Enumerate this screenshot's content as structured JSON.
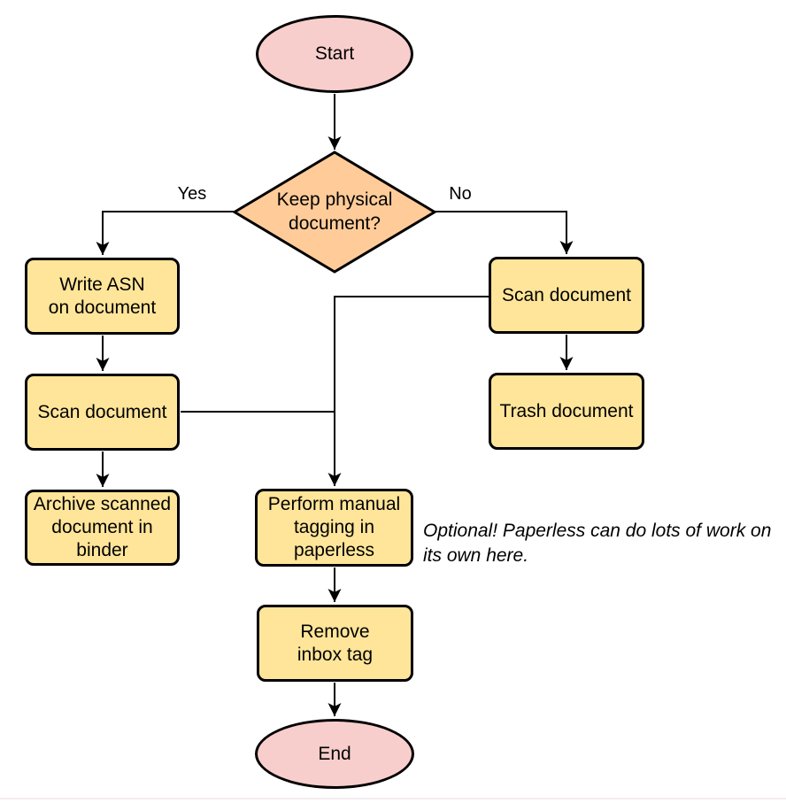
{
  "colors": {
    "terminal_fill": "#f8cecc",
    "decision_fill": "#ffcc99",
    "process_fill": "#ffe599",
    "stroke": "#000000"
  },
  "nodes": {
    "start": {
      "label": "Start"
    },
    "decision": {
      "label": "Keep physical\ndocument?"
    },
    "write_asn": {
      "label": "Write ASN\non document"
    },
    "scan_left": {
      "label": "Scan document"
    },
    "archive": {
      "label": "Archive scanned\ndocument in\nbinder"
    },
    "scan_right": {
      "label": "Scan document"
    },
    "trash": {
      "label": "Trash document"
    },
    "tagging": {
      "label": "Perform manual\ntagging in\npaperless"
    },
    "remove_inbox": {
      "label": "Remove\ninbox tag"
    },
    "end": {
      "label": "End"
    }
  },
  "edges": {
    "yes_label": "Yes",
    "no_label": "No"
  },
  "annotation": {
    "text": "Optional! Paperless can do lots of work on\nits own here."
  }
}
